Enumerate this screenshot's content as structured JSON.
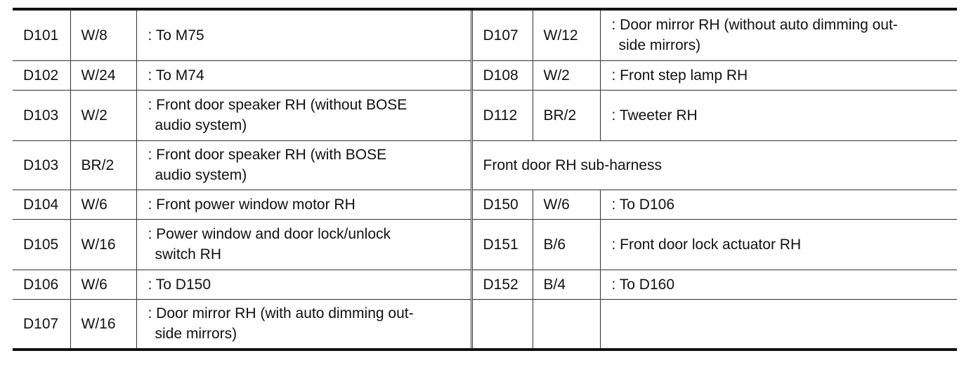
{
  "rows": [
    {
      "left": {
        "code": "D101",
        "wire": "W/8",
        "desc": [
          ": To M75"
        ]
      },
      "right": {
        "code": "D107",
        "wire": "W/12",
        "desc": [
          ": Door mirror RH (without auto dimming out-",
          "side mirrors)"
        ]
      }
    },
    {
      "left": {
        "code": "D102",
        "wire": "W/24",
        "desc": [
          ": To M74"
        ]
      },
      "right": {
        "code": "D108",
        "wire": "W/2",
        "desc": [
          ": Front step lamp RH"
        ]
      }
    },
    {
      "left": {
        "code": "D103",
        "wire": "W/2",
        "desc": [
          ": Front door speaker RH (without BOSE",
          "audio system)"
        ]
      },
      "right": {
        "code": "D112",
        "wire": "BR/2",
        "desc": [
          ": Tweeter RH"
        ]
      }
    },
    {
      "left": {
        "code": "D103",
        "wire": "BR/2",
        "desc": [
          ": Front door speaker RH (with BOSE",
          "audio system)"
        ]
      },
      "right_heading": "Front door RH sub-harness"
    },
    {
      "left": {
        "code": "D104",
        "wire": "W/6",
        "desc": [
          ": Front power window motor RH"
        ]
      },
      "right": {
        "code": "D150",
        "wire": "W/6",
        "desc": [
          ": To D106"
        ]
      }
    },
    {
      "left": {
        "code": "D105",
        "wire": "W/16",
        "desc": [
          ": Power window and door lock/unlock",
          "switch RH"
        ]
      },
      "right": {
        "code": "D151",
        "wire": "B/6",
        "desc": [
          ": Front door lock actuator RH"
        ]
      }
    },
    {
      "left": {
        "code": "D106",
        "wire": "W/6",
        "desc": [
          ": To D150"
        ]
      },
      "right": {
        "code": "D152",
        "wire": "B/4",
        "desc": [
          ": To D160"
        ]
      }
    },
    {
      "left": {
        "code": "D107",
        "wire": "W/16",
        "desc": [
          ": Door mirror RH (with auto dimming out-",
          "side mirrors)"
        ]
      },
      "right": null
    }
  ]
}
